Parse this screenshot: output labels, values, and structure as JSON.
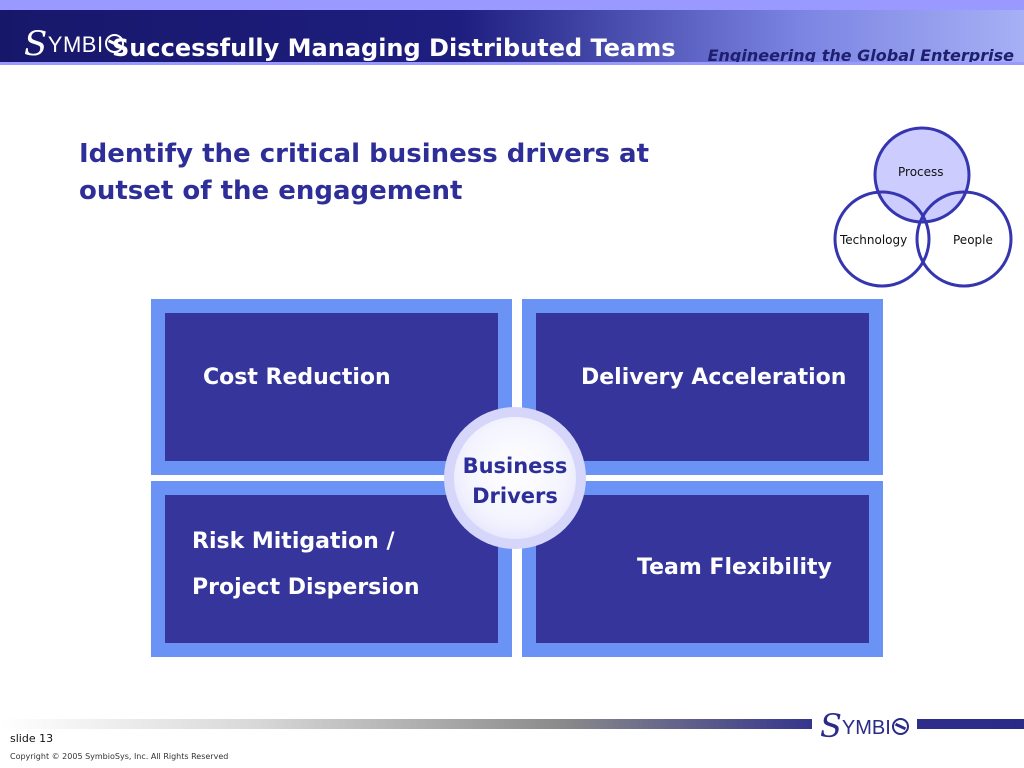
{
  "header": {
    "logo_text": "SYMBIO",
    "title": "Successfully Managing Distributed Teams",
    "tagline": "Engineering the Global Enterprise"
  },
  "subtitle": {
    "line1": "Identify the critical business drivers at",
    "line2": "outset of the engagement"
  },
  "venn": {
    "top_label": "Process",
    "left_label": "Technology",
    "right_label": "People",
    "highlight_color": "#ccccff",
    "stroke_color": "#3535b0"
  },
  "drivers": {
    "center_line1": "Business",
    "center_line2": "Drivers",
    "quadrants": [
      {
        "lines": [
          "Cost Reduction"
        ]
      },
      {
        "lines": [
          "Delivery Acceleration"
        ]
      },
      {
        "lines": [
          "Risk Mitigation /",
          "Project Dispersion"
        ]
      },
      {
        "lines": [
          "Team Flexibility"
        ]
      }
    ],
    "outer_color": "#6b93f5",
    "inner_color": "#35359b"
  },
  "footer": {
    "slide": "slide 13",
    "copyright": "Copyright © 2005 SymbioSys, Inc. All Rights Reserved",
    "logo_text": "SYMBIO"
  }
}
